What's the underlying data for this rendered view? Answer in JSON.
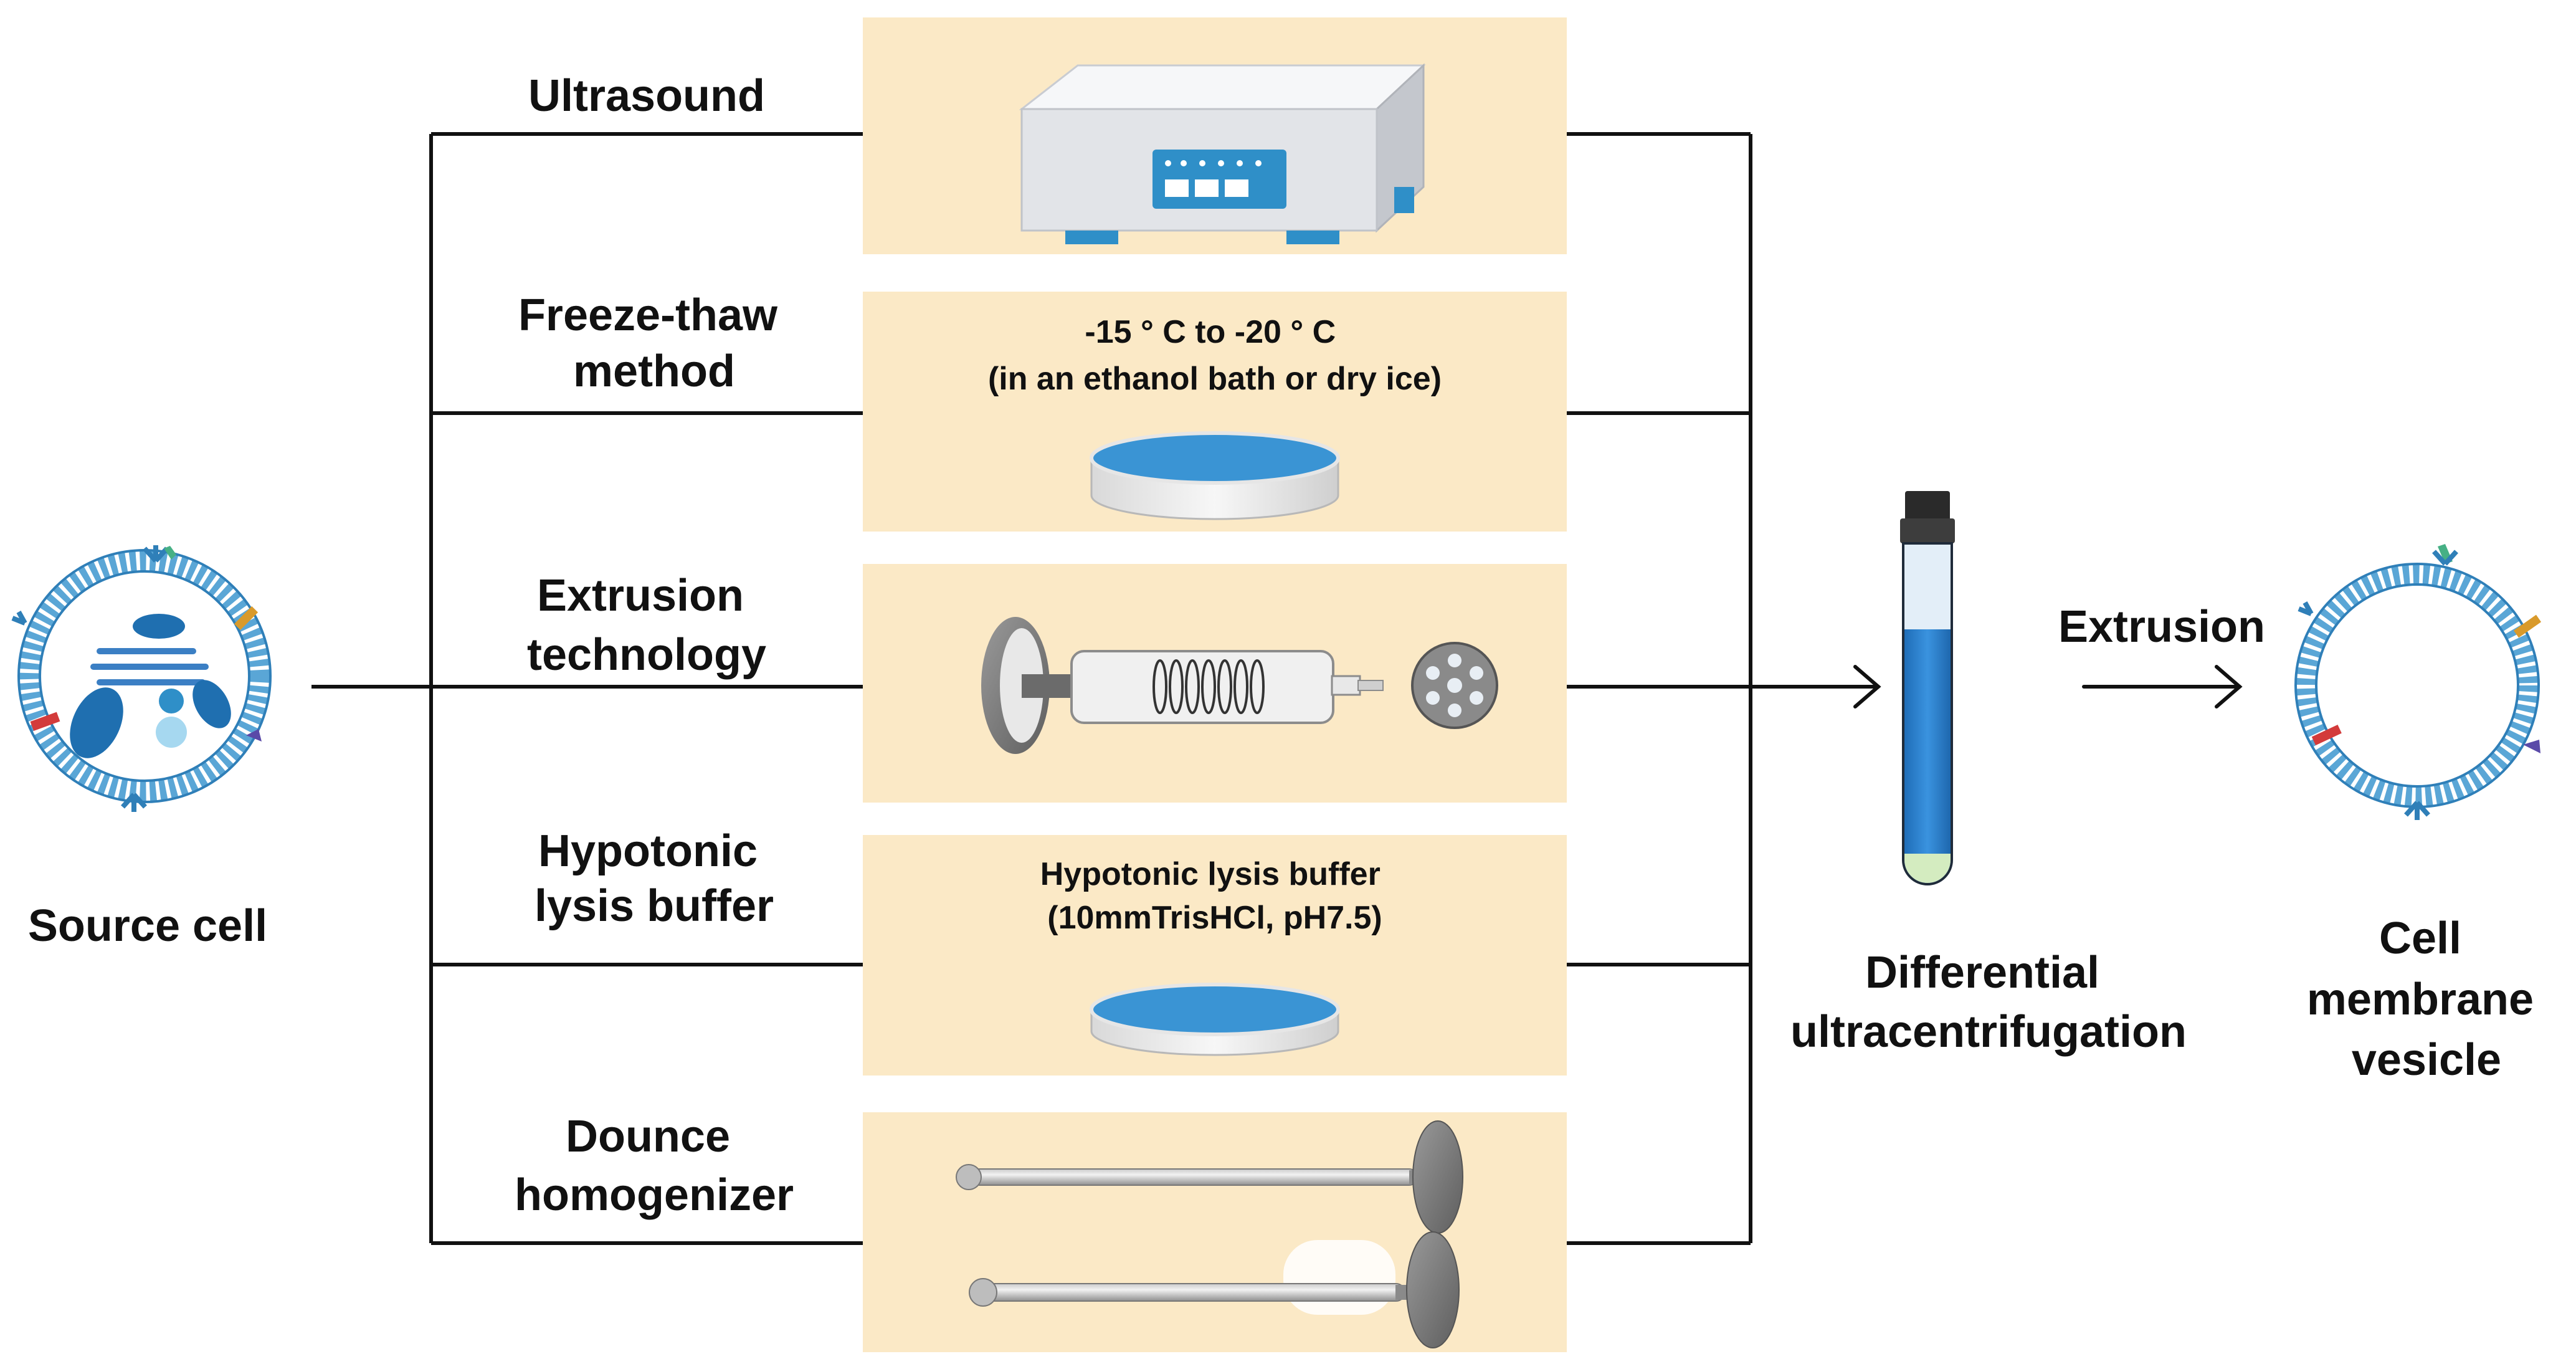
{
  "source": {
    "label": "Source cell"
  },
  "methods": [
    {
      "id": "ultrasound",
      "label_lines": [
        "Ultrasound"
      ]
    },
    {
      "id": "freeze-thaw",
      "label_lines": [
        "Freeze-thaw",
        "method"
      ],
      "note_lines": [
        "-15 ° C to -20 ° C",
        "(in an ethanol bath or dry ice)"
      ]
    },
    {
      "id": "extrusion",
      "label_lines": [
        "Extrusion",
        "technology"
      ]
    },
    {
      "id": "hypotonic",
      "label_lines": [
        "Hypotonic",
        "lysis buffer"
      ],
      "note_lines": [
        "Hypotonic lysis buffer",
        "(10mmTrisHCl, pH7.5)"
      ]
    },
    {
      "id": "dounce",
      "label_lines": [
        "Dounce",
        "homogenizer"
      ]
    }
  ],
  "centrifuge": {
    "label_lines": [
      "Differential",
      "ultracentrifugation"
    ]
  },
  "arrow_step": {
    "label": "Extrusion"
  },
  "result": {
    "label_lines": [
      "Cell",
      "membrane",
      "vesicle"
    ]
  },
  "colors": {
    "panel_bg": "#fbe9c6",
    "accent_blue": "#2f8fc8",
    "dish_blue": "#3a94d4",
    "line": "#111111",
    "device_gray": "#e4e6ea",
    "tube_blue": "#2b7fcf",
    "pellet": "#d4ecc0"
  },
  "icons": [
    "sonicator-icon",
    "petri-dish-icon",
    "syringe-icon",
    "filter-membrane-icon",
    "dounce-pestle-icon",
    "centrifuge-tube-icon",
    "cell-icon",
    "membrane-vesicle-icon",
    "arrow-icon"
  ]
}
